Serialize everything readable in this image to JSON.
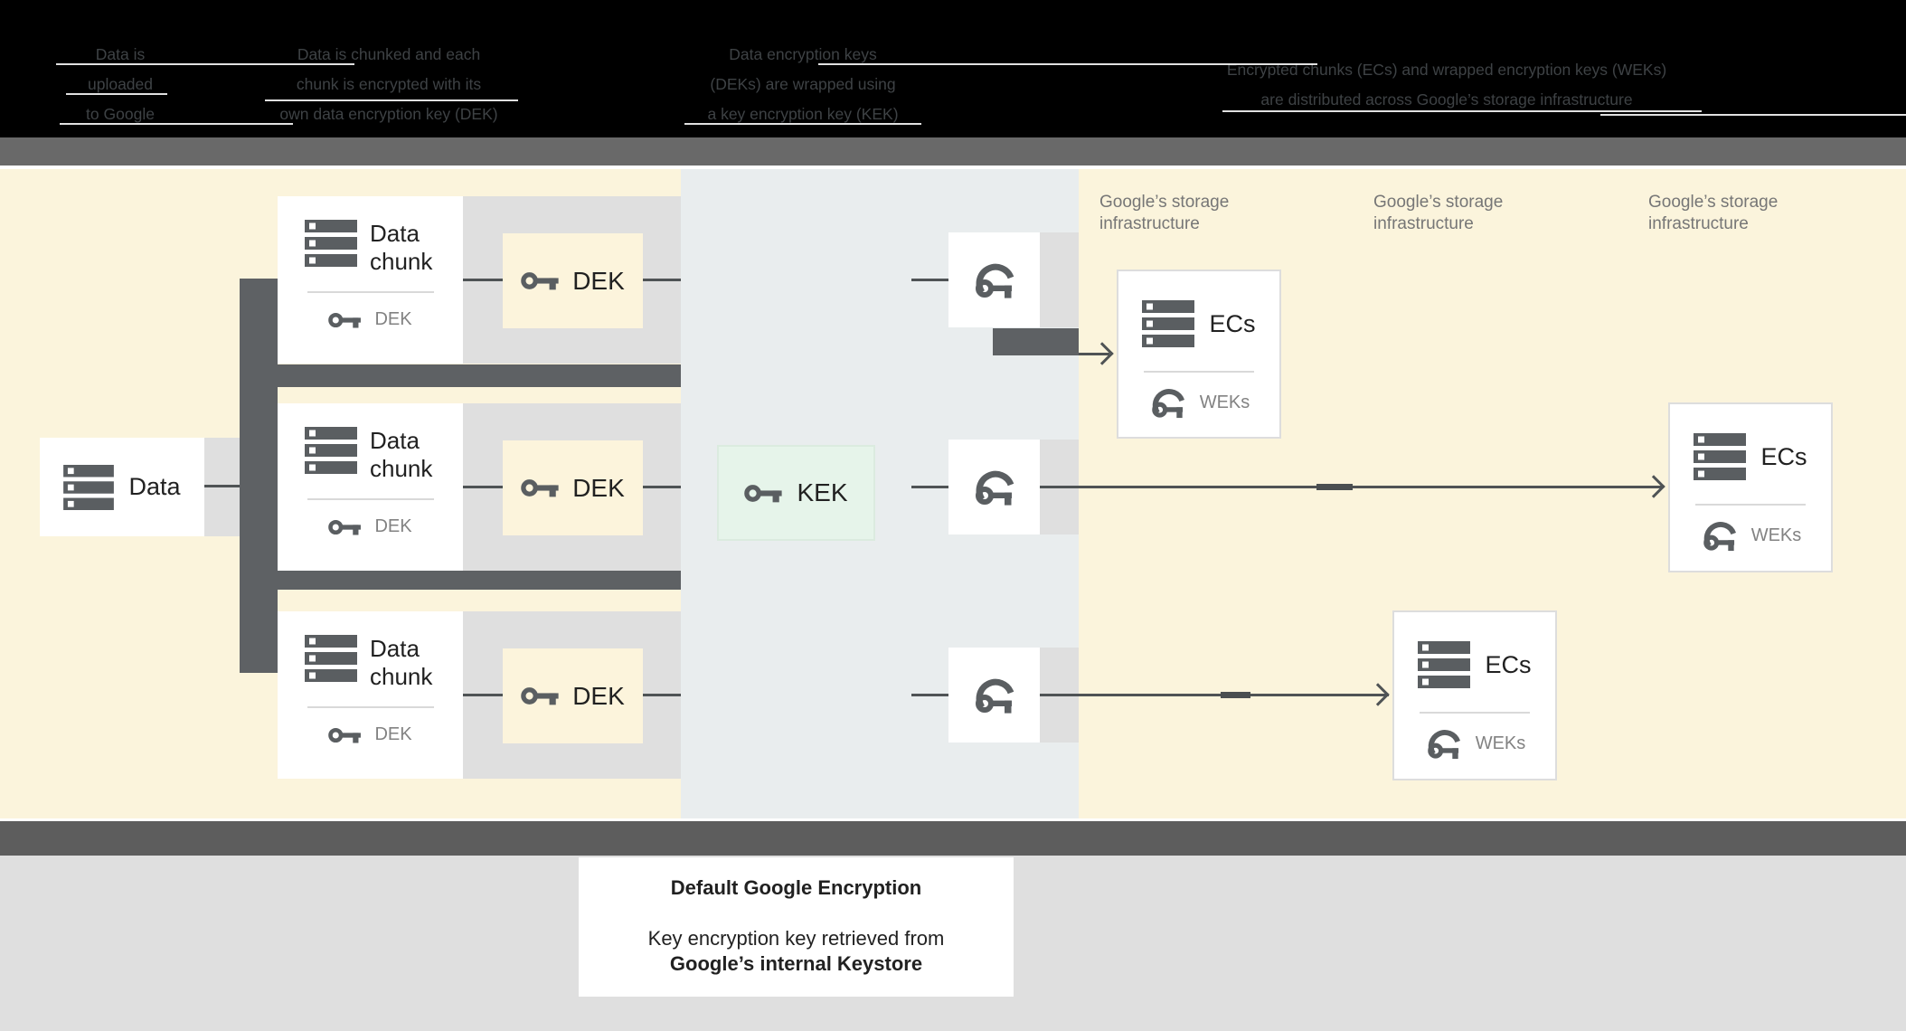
{
  "top_captions": {
    "step1": {
      "lines": [
        "Data is",
        "uploaded",
        "to Google"
      ]
    },
    "step2": {
      "lines": [
        "Data is chunked and each",
        "chunk is encrypted with its",
        "own data encryption key (DEK)"
      ]
    },
    "step3": {
      "lines": [
        "Data encryption keys",
        "(DEKs) are wrapped using",
        "a key encryption key (KEK)"
      ]
    },
    "step4": {
      "lines": [
        "Encrypted chunks (ECs) and wrapped encryption keys (WEKs)",
        "are distributed across Google’s storage infrastructure"
      ]
    }
  },
  "diagram": {
    "data_box": {
      "label": "Data"
    },
    "chunk_rows": [
      {
        "title": "Data chunk",
        "key_label": "DEK",
        "dek_box_label": "DEK"
      },
      {
        "title": "Data chunk",
        "key_label": "DEK",
        "dek_box_label": "DEK"
      },
      {
        "title": "Data chunk",
        "key_label": "DEK",
        "dek_box_label": "DEK"
      }
    ],
    "kek_box": {
      "label": "KEK"
    },
    "storage_labels": [
      {
        "line1": "Google’s storage",
        "line2": "infrastructure"
      },
      {
        "line1": "Google’s storage",
        "line2": "infrastructure"
      },
      {
        "line1": "Google’s storage",
        "line2": "infrastructure"
      }
    ],
    "ec_boxes": [
      {
        "title": "ECs",
        "key_label": "WEKs"
      },
      {
        "title": "ECs",
        "key_label": "WEKs"
      },
      {
        "title": "ECs",
        "key_label": "WEKs"
      }
    ]
  },
  "footer": {
    "title": "Default Google Encryption",
    "line1": "Key encryption key retrieved from",
    "line2": "Google’s internal Keystore"
  },
  "colors": {
    "top_band": "#000000",
    "background_yellow": "#FBF4DC",
    "kek_green": "#E6F4EA",
    "column_gray": "#E9EDEE",
    "light_gray_band": "#DFDFDF",
    "dark_gray_bar": "#5E6164",
    "icon_gray": "#5A5E61",
    "connector": "#4F5355"
  }
}
